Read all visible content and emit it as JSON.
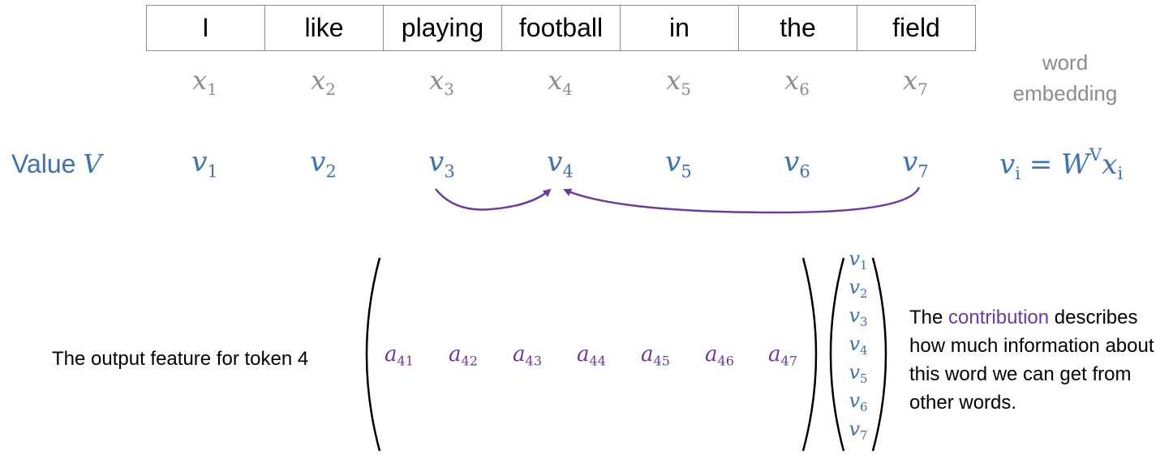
{
  "tokens": [
    "I",
    "like",
    "playing",
    "football",
    "in",
    "the",
    "field"
  ],
  "embedding_symbols": [
    {
      "base": "x",
      "sub": "1"
    },
    {
      "base": "x",
      "sub": "2"
    },
    {
      "base": "x",
      "sub": "3"
    },
    {
      "base": "x",
      "sub": "4"
    },
    {
      "base": "x",
      "sub": "5"
    },
    {
      "base": "x",
      "sub": "6"
    },
    {
      "base": "x",
      "sub": "7"
    }
  ],
  "word_embedding_label": [
    "word",
    "embedding"
  ],
  "value_label": {
    "text": "Value ",
    "symbol": "V"
  },
  "value_symbols": [
    {
      "base": "v",
      "sub": "1"
    },
    {
      "base": "v",
      "sub": "2"
    },
    {
      "base": "v",
      "sub": "3"
    },
    {
      "base": "v",
      "sub": "4"
    },
    {
      "base": "v",
      "sub": "5"
    },
    {
      "base": "v",
      "sub": "6"
    },
    {
      "base": "v",
      "sub": "7"
    }
  ],
  "value_equation": {
    "lhs": "v",
    "lhs_sub": "i",
    "eq": " = ",
    "w": "W",
    "w_sup": "V",
    "x": "x",
    "x_sub": "i"
  },
  "output_label": "The output feature for token 4",
  "attention_weights": [
    {
      "base": "a",
      "sub": "41"
    },
    {
      "base": "a",
      "sub": "42"
    },
    {
      "base": "a",
      "sub": "43"
    },
    {
      "base": "a",
      "sub": "44"
    },
    {
      "base": "a",
      "sub": "45"
    },
    {
      "base": "a",
      "sub": "46"
    },
    {
      "base": "a",
      "sub": "47"
    }
  ],
  "value_vector": [
    {
      "base": "v",
      "sub": "1"
    },
    {
      "base": "v",
      "sub": "2"
    },
    {
      "base": "v",
      "sub": "3"
    },
    {
      "base": "v",
      "sub": "4"
    },
    {
      "base": "v",
      "sub": "5"
    },
    {
      "base": "v",
      "sub": "6"
    },
    {
      "base": "v",
      "sub": "7"
    }
  ],
  "description": {
    "prefix": "The ",
    "highlight": "contribution",
    "rest": " describes how much information about this word we can get from other words."
  },
  "colors": {
    "blue": "#3f72af",
    "purple": "#6a3b9c",
    "gray": "#8c8c8c",
    "arrow": "#6a3b9c"
  }
}
